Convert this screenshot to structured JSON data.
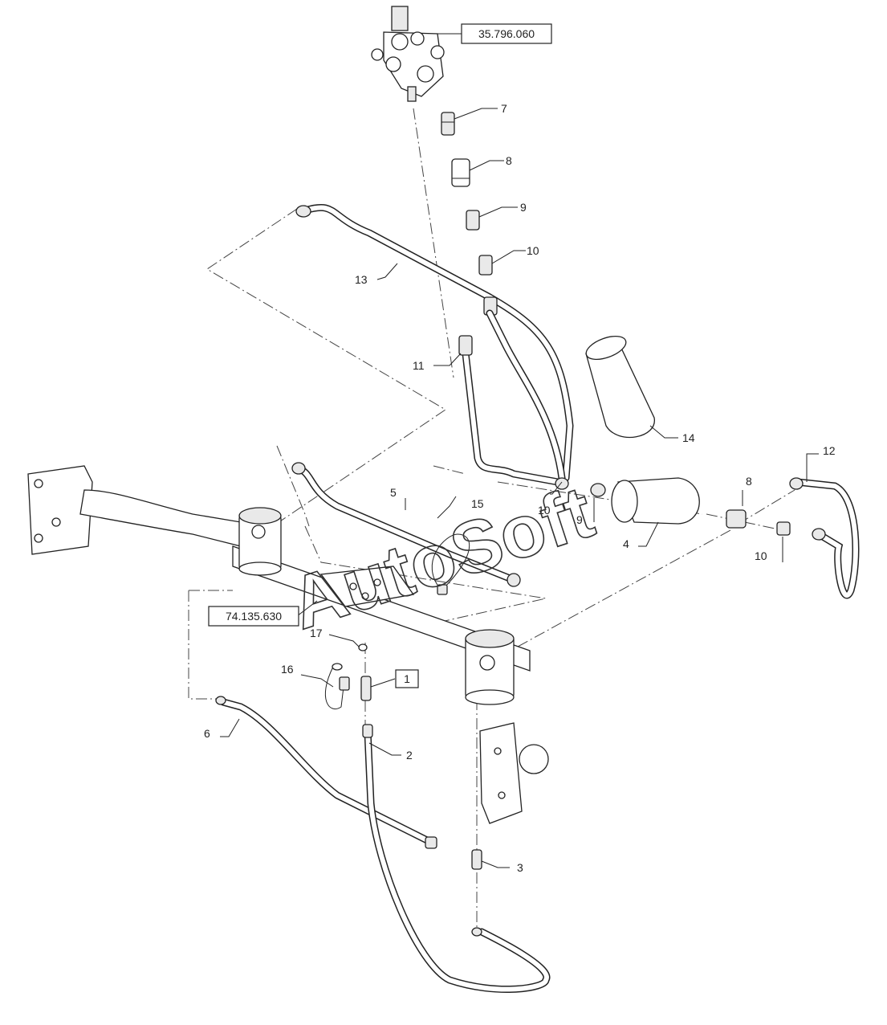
{
  "watermark": "AutoSoft",
  "references": {
    "valve_block": "35.796.060",
    "steering_assembly": "74.135.630",
    "fitting_ref": "1"
  },
  "callouts": {
    "c2": "2",
    "c3": "3",
    "c4": "4",
    "c5": "5",
    "c6": "6",
    "c7": "7",
    "c8a": "8",
    "c8b": "8",
    "c9a": "9",
    "c9b": "9",
    "c10a": "10",
    "c10b": "10",
    "c10c": "10",
    "c11": "11",
    "c12": "12",
    "c13": "13",
    "c14": "14",
    "c15": "15",
    "c16": "16",
    "c17": "17"
  },
  "colors": {
    "line": "#222222",
    "background": "#ffffff"
  }
}
